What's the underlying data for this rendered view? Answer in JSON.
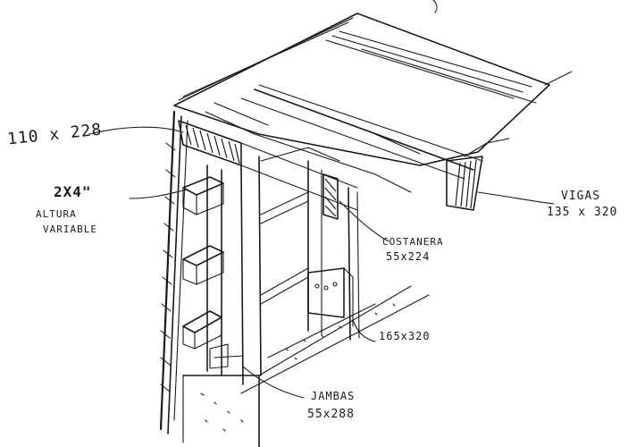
{
  "diagram": {
    "labels": {
      "beam_110": "110 x 228",
      "stud_2x4": "2X4\"",
      "altura": "ALTURA",
      "variable": "VARIABLE",
      "vigas": "VIGAS",
      "vigas_dim": "135 x 320",
      "costanera": "COSTANERA",
      "costanera_dim": "55x224",
      "post_165": "165x320",
      "jambas": "JAMBAS",
      "jambas_dim": "55x288"
    },
    "colors": {
      "ink": "#1a1a1a",
      "paper": "#ffffff"
    }
  }
}
